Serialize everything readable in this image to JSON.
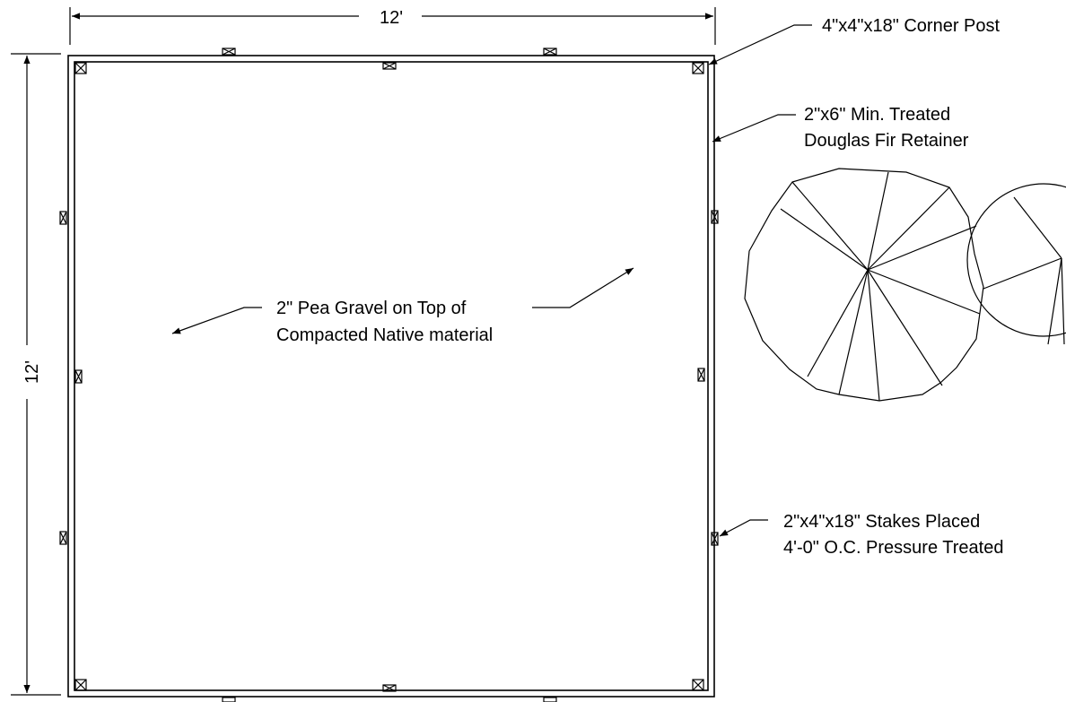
{
  "dimensions": {
    "width_label": "12'",
    "height_label": "12'"
  },
  "notes": {
    "corner_post": "4\"x4\"x18\" Corner Post",
    "retainer_line1": "2\"x6\" Min. Treated",
    "retainer_line2": "Douglas Fir Retainer",
    "gravel_line1": "2\" Pea Gravel on Top of",
    "gravel_line2": "Compacted Native material",
    "stakes_line1": "2\"x4\"x18\" Stakes Placed",
    "stakes_line2": "4'-0\" O.C. Pressure Treated"
  },
  "colors": {
    "line": "#000000",
    "background": "#ffffff"
  }
}
